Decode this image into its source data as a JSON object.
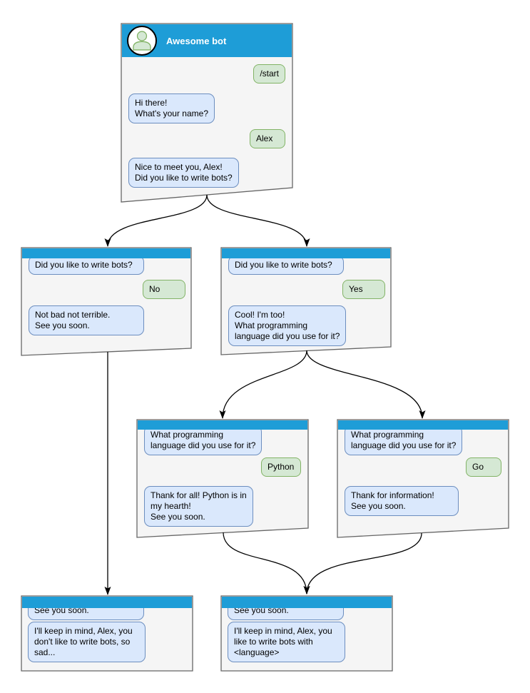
{
  "colors": {
    "header_blue": "#1E9DD7",
    "window_fill": "#F5F5F5",
    "window_border": "#666666",
    "bot_fill": "#DAE8FC",
    "bot_border": "#6C8EBF",
    "user_fill": "#D5E8D4",
    "user_border": "#82B366",
    "arrow_color": "#000000",
    "title_color": "#FFFFFF"
  },
  "windows": [
    {
      "name": "start",
      "title": "Awesome bot",
      "messages": [
        {
          "from": "user",
          "text": "/start"
        },
        {
          "from": "bot",
          "text": "Hi there!\nWhat's your name?"
        },
        {
          "from": "user",
          "text": "Alex"
        },
        {
          "from": "bot",
          "text": "Nice to meet you, Alex!\nDid you like to write bots?"
        }
      ]
    },
    {
      "name": "branch-no",
      "messages": [
        {
          "from": "bot",
          "text": "Did you like to write bots?"
        },
        {
          "from": "user",
          "text": "No"
        },
        {
          "from": "bot",
          "text": "Not bad not terrible.\nSee you soon."
        }
      ]
    },
    {
      "name": "branch-yes",
      "messages": [
        {
          "from": "bot",
          "text": "Did you like to write bots?"
        },
        {
          "from": "user",
          "text": "Yes"
        },
        {
          "from": "bot",
          "text": "Cool! I'm too!\nWhat programming\nlanguage did you use for it?"
        }
      ]
    },
    {
      "name": "lang-python",
      "messages": [
        {
          "from": "bot",
          "text": "What programming\nlanguage did you use for it?"
        },
        {
          "from": "user",
          "text": "Python"
        },
        {
          "from": "bot",
          "text": "Thank for all! Python is in\nmy hearth!\nSee you soon."
        }
      ]
    },
    {
      "name": "lang-go",
      "messages": [
        {
          "from": "bot",
          "text": "What programming\nlanguage did you use for it?"
        },
        {
          "from": "user",
          "text": "Go"
        },
        {
          "from": "bot",
          "text": "Thank for information!\nSee you soon."
        }
      ]
    },
    {
      "name": "end-no",
      "messages": [
        {
          "from": "bot",
          "text": "See you soon."
        },
        {
          "from": "bot",
          "text": "I'll keep in mind, Alex, you\ndon't like to write bots, so\nsad..."
        }
      ]
    },
    {
      "name": "end-yes",
      "messages": [
        {
          "from": "bot",
          "text": "See you soon."
        },
        {
          "from": "bot",
          "text": "I'll keep in mind, Alex, you\nlike to write bots with\n<language>"
        }
      ]
    }
  ],
  "edges": [
    {
      "from": "start",
      "to": "branch-no"
    },
    {
      "from": "start",
      "to": "branch-yes"
    },
    {
      "from": "branch-no",
      "to": "end-no"
    },
    {
      "from": "branch-yes",
      "to": "lang-python"
    },
    {
      "from": "branch-yes",
      "to": "lang-go"
    },
    {
      "from": "lang-python",
      "to": "end-yes"
    },
    {
      "from": "lang-go",
      "to": "end-yes"
    }
  ]
}
